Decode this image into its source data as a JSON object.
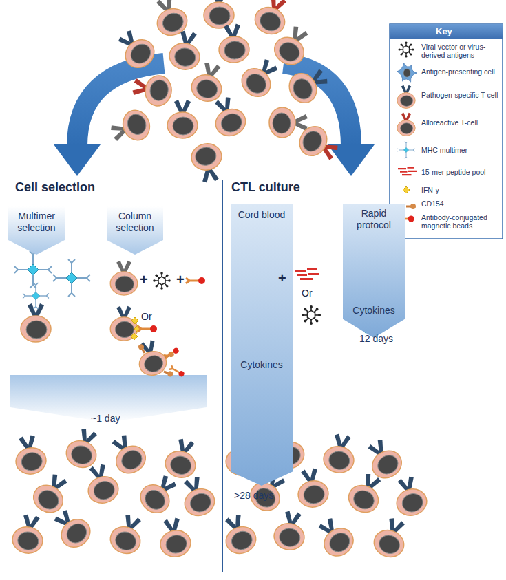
{
  "diagram": {
    "nodes": [
      {
        "text": [
          "Multimer selection"
        ]
      },
      {
        "text": [
          "Column selection"
        ]
      },
      {
        "text": [
          "Cord blood",
          "Cytokines"
        ]
      },
      {
        "text": [
          "Rapid protocol",
          "Cytokines"
        ]
      }
    ],
    "labels": [
      "Cell selection",
      "CTL culture",
      "+",
      "+",
      "Or",
      "~1 day",
      "+",
      "Or",
      ">28 days",
      "12 days",
      "Key"
    ],
    "legend": [
      {
        "text": "Viral vector or virus-derived antigens"
      },
      {
        "text": "Antigen-presenting cell"
      },
      {
        "text": "Pathogen-specific T-cell"
      },
      {
        "text": "Alloreactive T-cell"
      },
      {
        "text": "MHC multimer"
      },
      {
        "text": "15-mer peptide pool"
      },
      {
        "text": "IFN-γ"
      },
      {
        "text": "CD154"
      },
      {
        "text": "Antibody-conjugated magnetic beads"
      }
    ]
  }
}
